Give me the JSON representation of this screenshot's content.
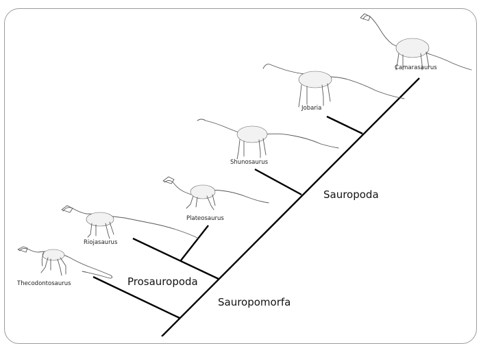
{
  "taxa": {
    "thecodontosaurus": "Thecodontosaurus",
    "riojasaurus": "Riojasaurus",
    "plateosaurus": "Plateosaurus",
    "shunosaurus": "Shunosaurus",
    "jobaria": "Jobaria",
    "camarasaurus": "Camarasaurus"
  },
  "clades": {
    "prosauropoda": "Prosauropoda",
    "sauropoda": "Sauropoda",
    "sauropomorfa": "Sauropomorfa"
  }
}
